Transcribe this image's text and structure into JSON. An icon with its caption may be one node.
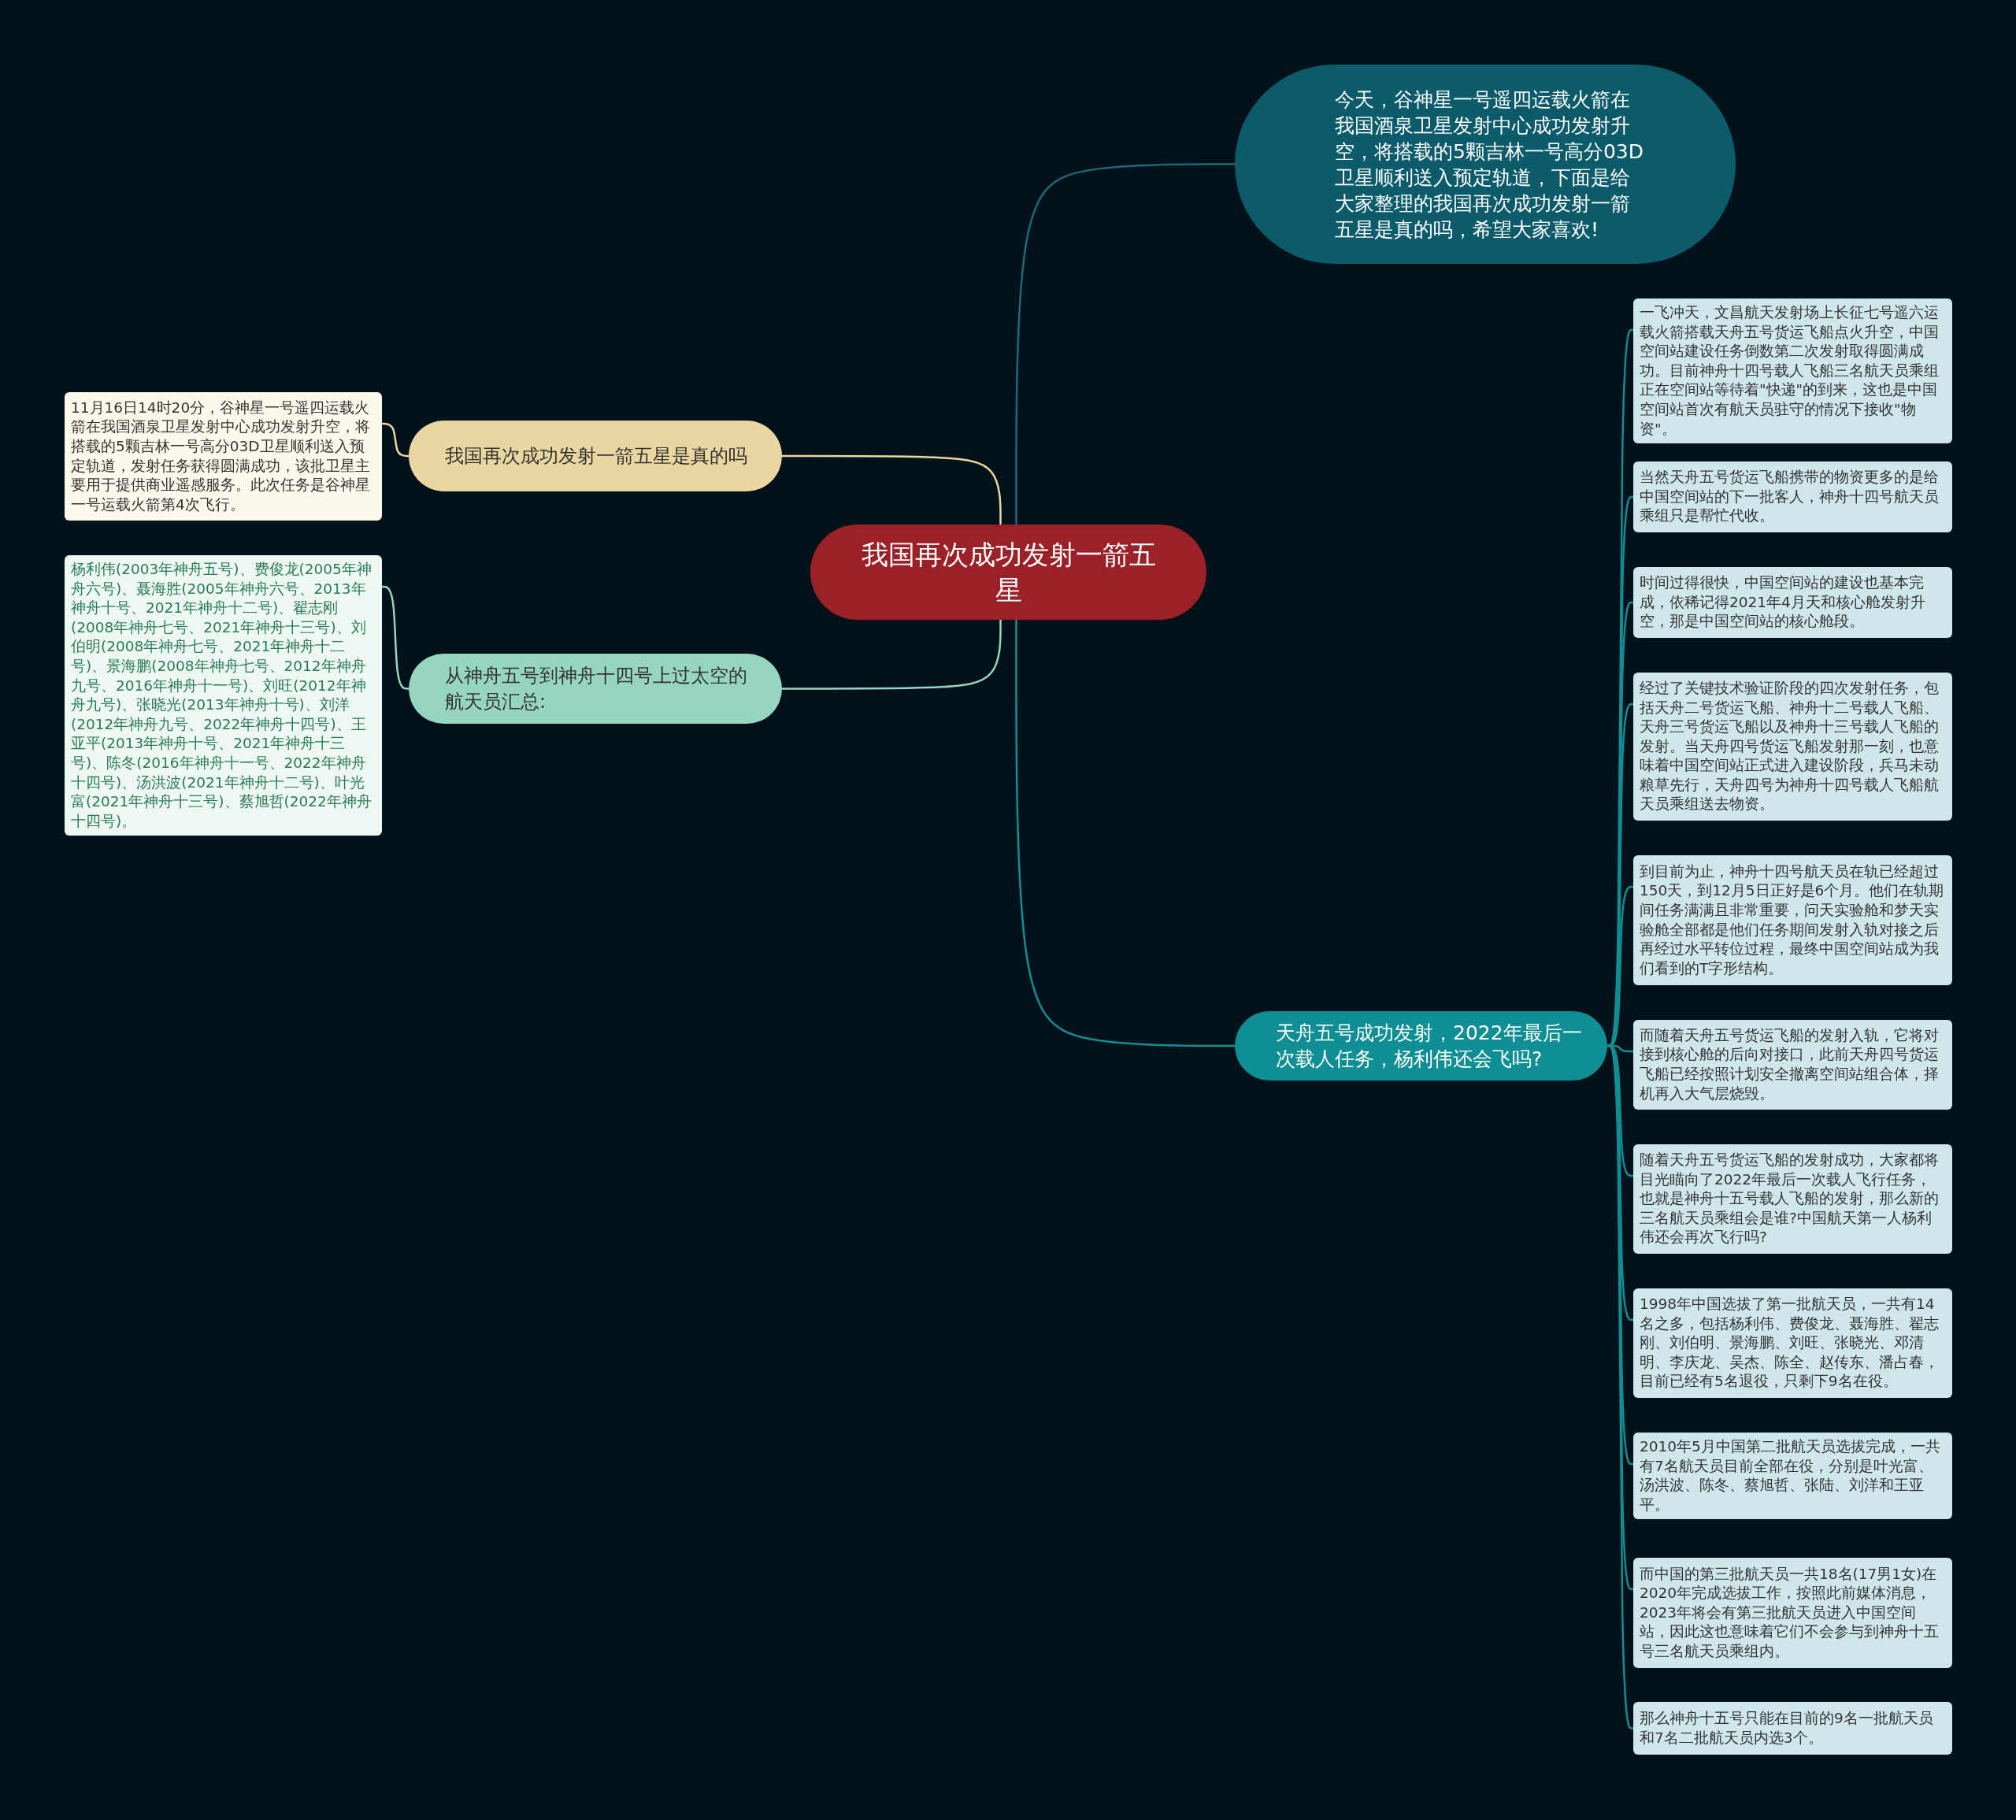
{
  "diagram": {
    "nodes": [
      {
        "text": [
          "我国再次成功发射一箭五星"
        ]
      },
      {
        "text": [
          "今天，谷神星一号遥四运载火箭在我国酒泉卫星发射中心成功发射升空，将搭载的5颗吉林一号高分03D卫星顺利送入预定轨道，下面是给大家整理的我国再次成功发射一箭五星是真的吗，希望大家喜欢!"
        ]
      },
      {
        "text": [
          "我国再次成功发射一箭五星是真的吗"
        ]
      },
      {
        "text": [
          "11月16日14时20分，谷神星一号遥四运载火箭在我国酒泉卫星发射中心成功发射升空，将搭载的5颗吉林一号高分03D卫星顺利送入预定轨道，发射任务获得圆满成功，该批卫星主要用于提供商业遥感服务。此次任务是谷神星一号运载火箭第4次飞行。"
        ]
      },
      {
        "text": [
          "从神舟五号到神舟十四号上过太空的航天员汇总:"
        ]
      },
      {
        "text": [
          "杨利伟(2003年神舟五号)、费俊龙(2005年神舟六号)、聂海胜(2005年神舟六号、2013年神舟十号、2021年神舟十二号)、翟志刚(2008年神舟七号、2021年神舟十三号)、刘伯明(2008年神舟七号、2021年神舟十二号)、景海鹏(2008年神舟七号、2012年神舟九号、2016年神舟十一号)、刘旺(2012年神舟九号)、张晓光(2013年神舟十号)、刘洋(2012年神舟九号、2022年神舟十四号)、王亚平(2013年神舟十号、2021年神舟十三号)、陈冬(2016年神舟十一号、2022年神舟十四号)、汤洪波(2021年神舟十二号)、叶光富(2021年神舟十三号)、蔡旭哲(2022年神舟十四号)。"
        ]
      },
      {
        "text": [
          "天舟五号成功发射，2022年最后一次载人任务，杨利伟还会飞吗?"
        ]
      },
      {
        "text": [
          "一飞冲天，文昌航天发射场上长征七号遥六运载火箭搭载天舟五号货运飞船点火升空，中国空间站建设任务倒数第二次发射取得圆满成功。目前神舟十四号载人飞船三名航天员乘组正在空间站等待着\"快递\"的到来，这也是中国空间站首次有航天员驻守的情况下接收\"物资\"。"
        ]
      },
      {
        "text": [
          "当然天舟五号货运飞船携带的物资更多的是给中国空间站的下一批客人，神舟十四号航天员乘组只是帮忙代收。"
        ]
      },
      {
        "text": [
          "时间过得很快，中国空间站的建设也基本完成，依稀记得2021年4月天和核心舱发射升空，那是中国空间站的核心舱段。"
        ]
      },
      {
        "text": [
          "经过了关键技术验证阶段的四次发射任务，包括天舟二号货运飞船、神舟十二号载人飞船、天舟三号货运飞船以及神舟十三号载人飞船的发射。当天舟四号货运飞船发射那一刻，也意味着中国空间站正式进入建设阶段，兵马未动粮草先行，天舟四号为神舟十四号载人飞船航天员乘组送去物资。"
        ]
      },
      {
        "text": [
          "到目前为止，神舟十四号航天员在轨已经超过150天，到12月5日正好是6个月。他们在轨期间任务满满且非常重要，问天实验舱和梦天实验舱全部都是他们任务期间发射入轨对接之后再经过水平转位过程，最终中国空间站成为我们看到的T字形结构。"
        ]
      },
      {
        "text": [
          "而随着天舟五号货运飞船的发射入轨，它将对接到核心舱的后向对接口，此前天舟四号货运飞船已经按照计划安全撤离空间站组合体，择机再入大气层烧毁。"
        ]
      },
      {
        "text": [
          "随着天舟五号货运飞船的发射成功，大家都将目光瞄向了2022年最后一次载人飞行任务，也就是神舟十五号载人飞船的发射，那么新的三名航天员乘组会是谁?中国航天第一人杨利伟还会再次飞行吗?"
        ]
      },
      {
        "text": [
          "1998年中国选拔了第一批航天员，一共有14名之多，包括杨利伟、费俊龙、聂海胜、翟志刚、刘伯明、景海鹏、刘旺、张晓光、邓清明、李庆龙、吴杰、陈全、赵传东、潘占春，目前已经有5名退役，只剩下9名在役。"
        ]
      },
      {
        "text": [
          "2010年5月中国第二批航天员选拔完成，一共有7名航天员目前全部在役，分别是叶光富、汤洪波、陈冬、蔡旭哲、张陆、刘洋和王亚平。"
        ]
      },
      {
        "text": [
          "而中国的第三批航天员一共18名(17男1女)在2020年完成选拔工作，按照此前媒体消息，2023年将会有第三批航天员进入中国空间站，因此这也意味着它们不会参与到神舟十五号三名航天员乘组内。"
        ]
      },
      {
        "text": [
          "那么神舟十五号只能在目前的9名一批航天员和7名二批航天员内选3个。"
        ]
      }
    ],
    "edges": [
      {
        "from": 0,
        "to": 1,
        "arrow": "none",
        "color": "#1f6878"
      },
      {
        "from": 0,
        "to": 2,
        "arrow": "none",
        "color": "#e9d6a1"
      },
      {
        "from": 0,
        "to": 4,
        "arrow": "none",
        "color": "#96d5bf"
      },
      {
        "from": 0,
        "to": 6,
        "arrow": "none"
      },
      {
        "from": 2,
        "to": 3,
        "arrow": "none",
        "color": "#e9d6a1"
      },
      {
        "from": 4,
        "to": 5,
        "arrow": "none",
        "color": "#96d5bf"
      },
      {
        "from": 6,
        "to": 7,
        "arrow": "none"
      },
      {
        "from": 6,
        "to": 8,
        "arrow": "none"
      },
      {
        "from": 6,
        "to": 9,
        "arrow": "none"
      },
      {
        "from": 6,
        "to": 10,
        "arrow": "none"
      },
      {
        "from": 6,
        "to": 11,
        "arrow": "none"
      },
      {
        "from": 6,
        "to": 12,
        "arrow": "none"
      },
      {
        "from": 6,
        "to": 13,
        "arrow": "none"
      },
      {
        "from": 6,
        "to": 14,
        "arrow": "none"
      },
      {
        "from": 6,
        "to": 15,
        "arrow": "none"
      },
      {
        "from": 6,
        "to": 16,
        "arrow": "none"
      },
      {
        "from": 6,
        "to": 17,
        "arrow": "none"
      }
    ]
  }
}
